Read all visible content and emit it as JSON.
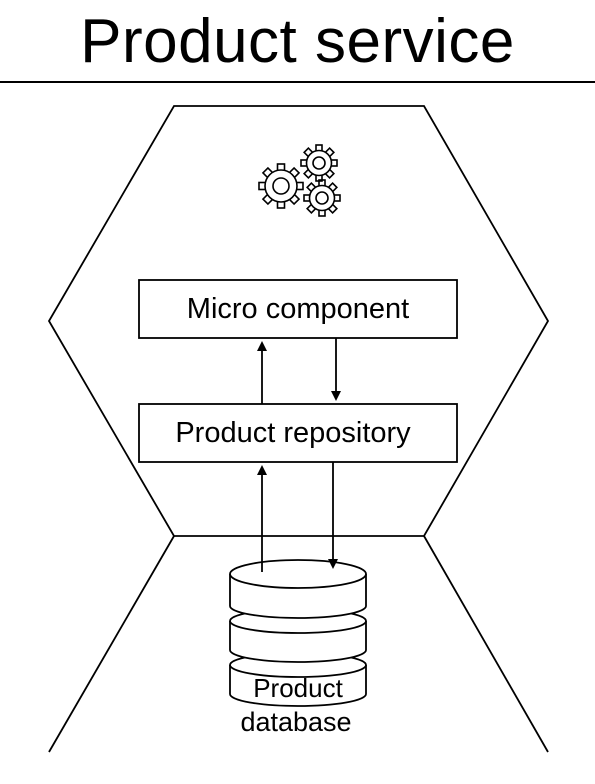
{
  "title": "Product service",
  "boxes": {
    "micro_component": "Micro component",
    "product_repository": "Product repository"
  },
  "database": {
    "label_line1": "Product",
    "label_line2": "database"
  },
  "icons": {
    "top": "gears-icon",
    "bottom": "database-icon"
  }
}
